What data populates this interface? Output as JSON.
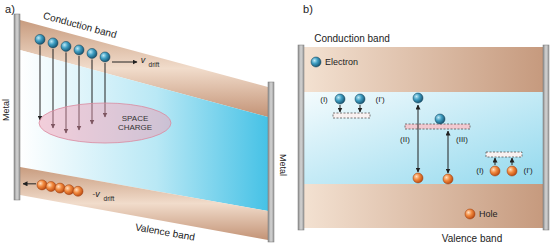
{
  "diagram": {
    "nodes": [
      {
        "text": [
          "SPACE CHARGE"
        ]
      }
    ],
    "labels": [
      "a)",
      "Conduction band",
      "Metal",
      "v",
      "drift",
      "Metal",
      "-v",
      "drift",
      "Valence band",
      "b)",
      "Conduction band",
      "(I)",
      "(I')",
      "(II)",
      "(III)",
      "(I)",
      "(I')",
      "Valence band"
    ],
    "legend": [
      {
        "text": "Electron"
      },
      {
        "text": "Hole"
      }
    ]
  }
}
